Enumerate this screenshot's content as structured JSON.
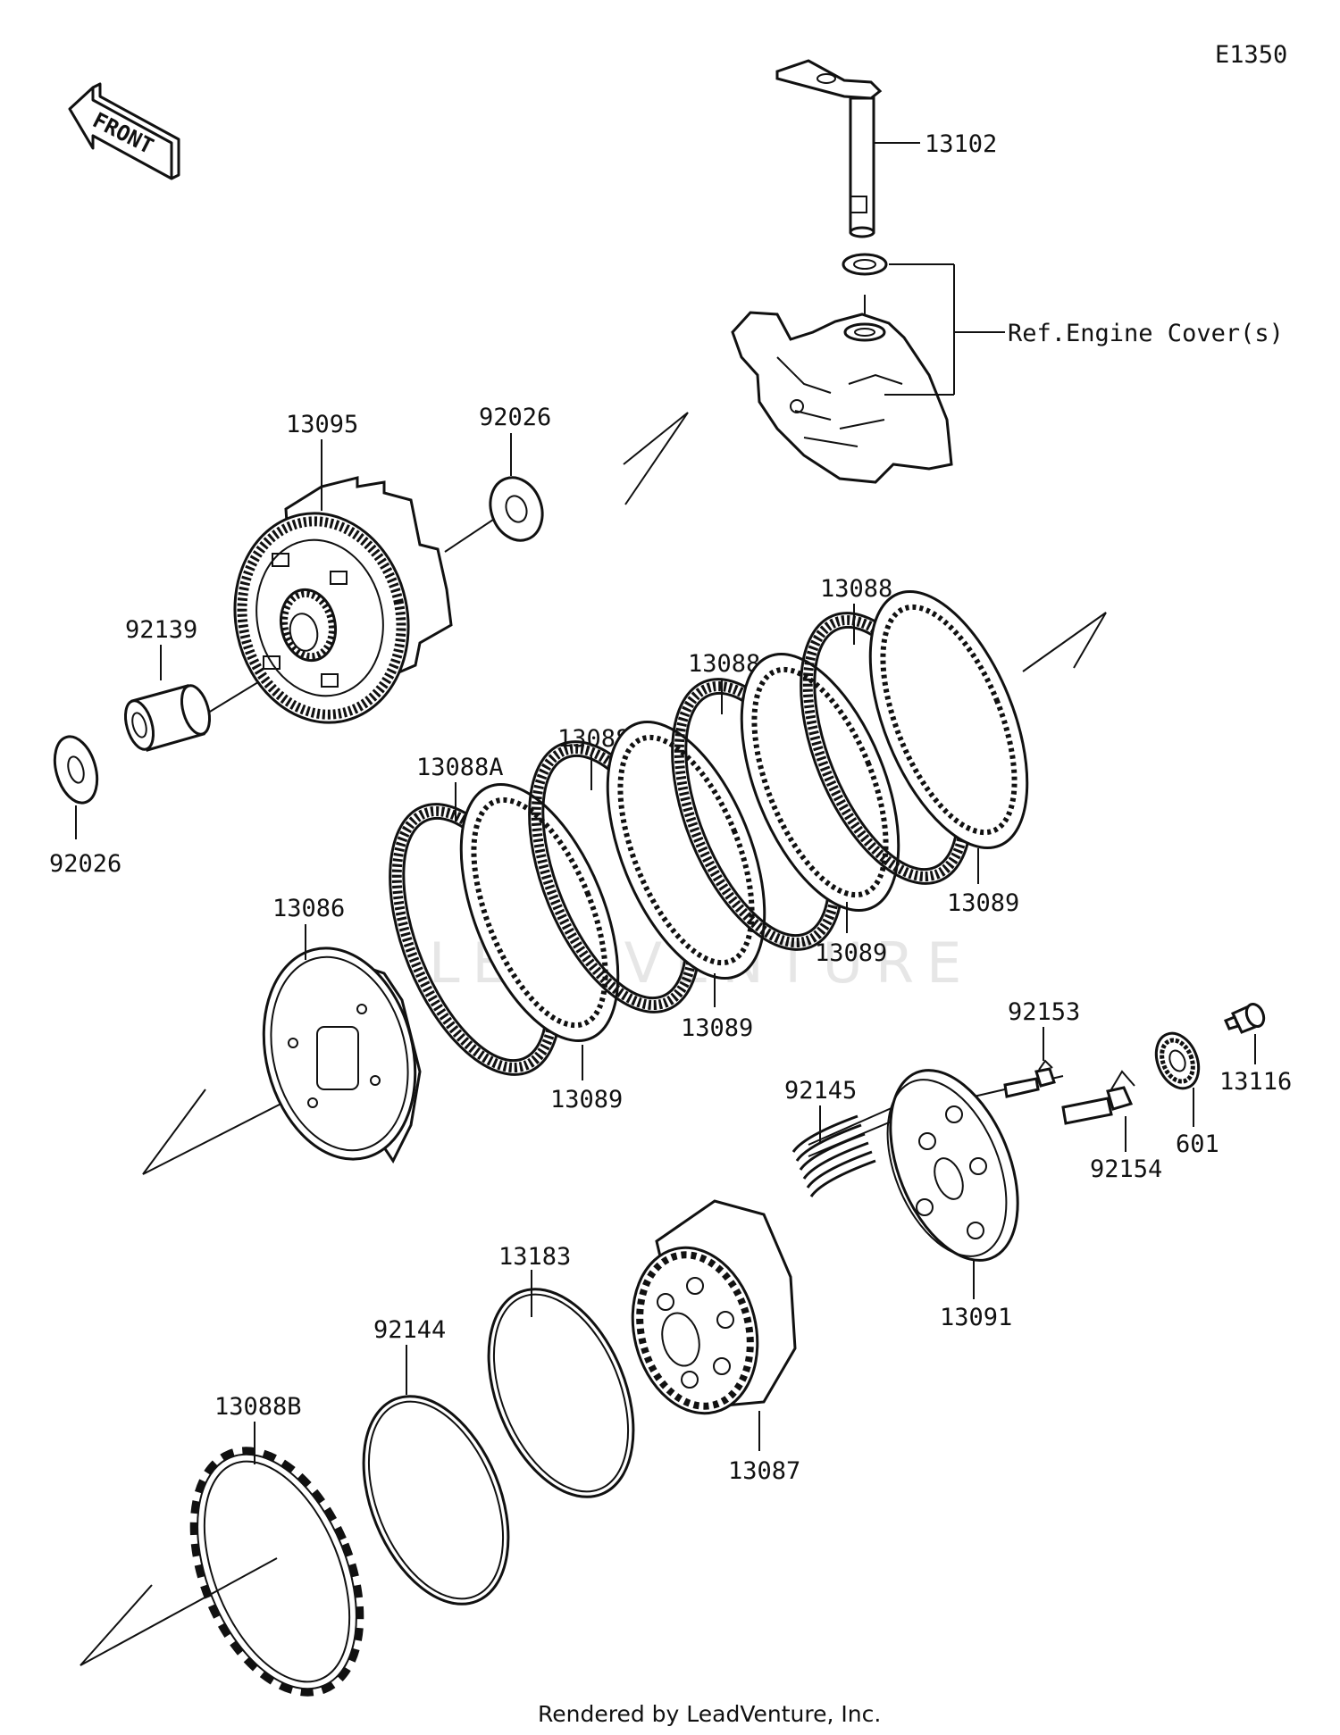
{
  "diagram_code": "E1350",
  "front_label": "FRONT",
  "footer": "Rendered by LeadVenture, Inc.",
  "watermark": "LEADVENTURE",
  "parts": {
    "p13102": "13102",
    "ref_engine_cover": "Ref.Engine Cover(s)",
    "p13095": "13095",
    "p92026_top": "92026",
    "p92139": "92139",
    "p92026_left": "92026",
    "p13088_a": "13088",
    "p13088_b": "13088",
    "p13088_c": "13088",
    "p13088A": "13088A",
    "p13089_a": "13089",
    "p13089_b": "13089",
    "p13089_c": "13089",
    "p13089_d": "13089",
    "p13086": "13086",
    "p92153": "92153",
    "p13116": "13116",
    "p601": "601",
    "p92154": "92154",
    "p92145": "92145",
    "p13091": "13091",
    "p13183": "13183",
    "p92144": "92144",
    "p13088B": "13088B",
    "p13087": "13087"
  }
}
